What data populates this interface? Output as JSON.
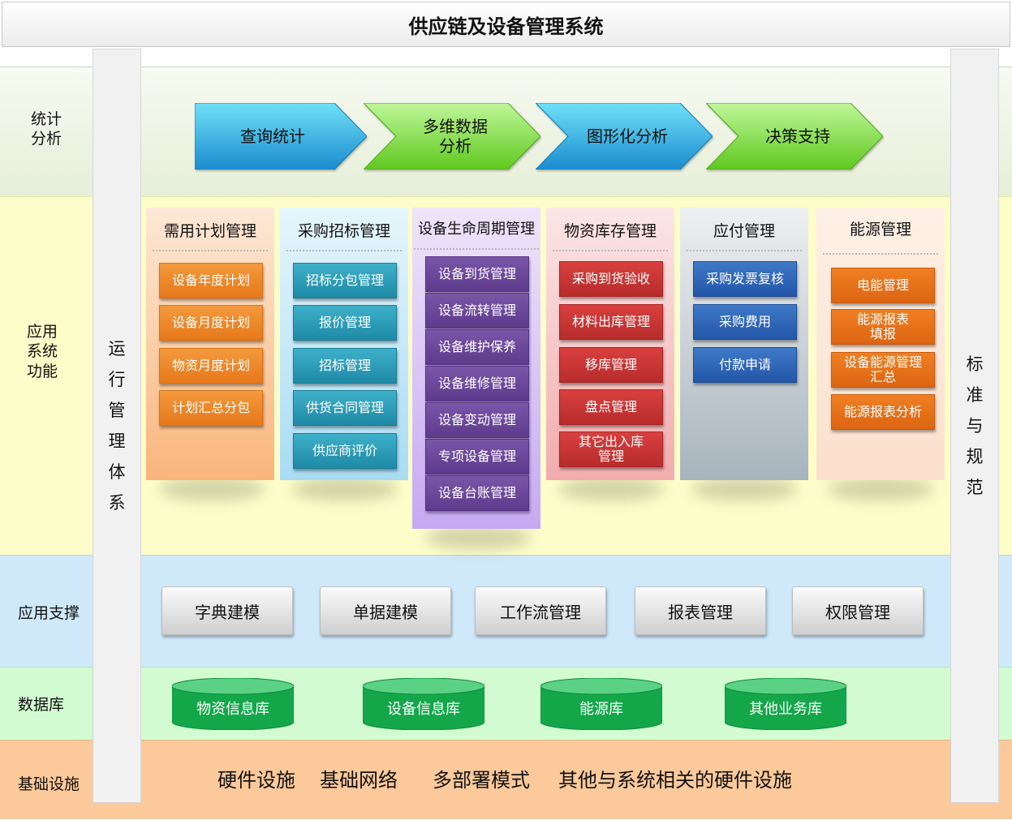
{
  "title": "供应链及设备管理系统",
  "layers": {
    "stats": "统计\n分析",
    "app": "应用\n系统\n功能",
    "support": "应用支撑",
    "db": "数据库",
    "infra": "基础设施"
  },
  "side_left": [
    "运",
    "行",
    "管",
    "理",
    "体",
    "系"
  ],
  "side_right": [
    "标",
    "准",
    "与",
    "规",
    "范"
  ],
  "arrows": [
    {
      "label": "查询统计",
      "color": "blue"
    },
    {
      "label": "多维数据\n分析",
      "color": "green"
    },
    {
      "label": "图形化分析",
      "color": "blue"
    },
    {
      "label": "决策支持",
      "color": "green"
    }
  ],
  "modules": [
    {
      "title": "需用计划管理",
      "items": [
        "设备年度计划",
        "设备月度计划",
        "物资月度计划",
        "计划汇总分包"
      ]
    },
    {
      "title": "采购招标管理",
      "items": [
        "招标分包管理",
        "报价管理",
        "招标管理",
        "供货合同管理",
        "供应商评价"
      ]
    },
    {
      "title": "设备生命周期管理",
      "items": [
        "设备到货管理",
        "设备流转管理",
        "设备维护保养",
        "设备维修管理",
        "设备变动管理",
        "专项设备管理",
        "设备台账管理"
      ]
    },
    {
      "title": "物资库存管理",
      "items": [
        "采购到货验收",
        "材料出库管理",
        "移库管理",
        "盘点管理",
        "其它出入库\n管理"
      ]
    },
    {
      "title": "应付管理",
      "items": [
        "采购发票复核",
        "采购费用",
        "付款申请"
      ]
    },
    {
      "title": "能源管理",
      "items": [
        "电能管理",
        "能源报表\n填报",
        "设备能源管理\n汇总",
        "能源报表分析"
      ]
    }
  ],
  "support": [
    "字典建模",
    "单据建模",
    "工作流管理",
    "报表管理",
    "权限管理"
  ],
  "databases": [
    "物资信息库",
    "设备信息库",
    "能源库",
    "其他业务库"
  ],
  "infra": [
    "硬件设施",
    "基础网络",
    "多部署模式",
    "其他与系统相关的硬件设施"
  ],
  "colors": {
    "arrow_blue": "#3aa8dc",
    "arrow_green": "#7ed63a",
    "db_green": "#13a74a"
  }
}
